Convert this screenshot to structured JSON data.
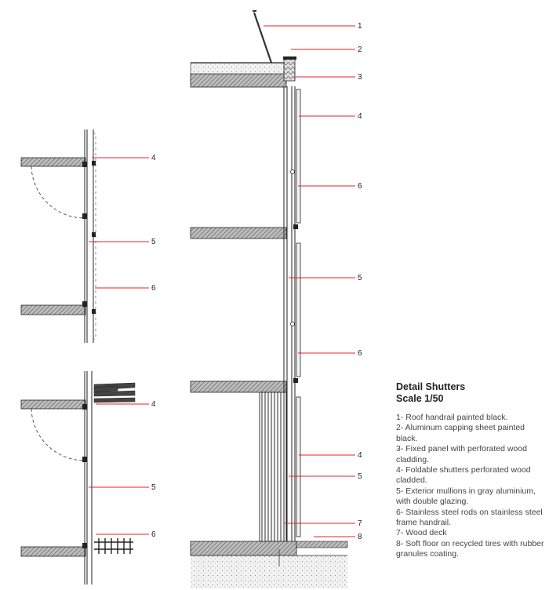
{
  "title": "Detail Shutters",
  "scale": "Scale 1/50",
  "legend": [
    "1- Roof handrail painted black.",
    "2- Aluminum capping sheet painted black.",
    "3- Fixed panel with perforated wood cladding.",
    "4- Foldable shutters perforated wood cladded.",
    "5- Exterior mullions in gray aluminium, with double glazing.",
    "6- Stainless steel rods on stainless steel frame handrail.",
    "7- Wood deck",
    "8- Soft floor on recycled tires with rubber granules coating."
  ],
  "callouts": {
    "main": [
      "1",
      "2",
      "3",
      "4",
      "6",
      "5",
      "6",
      "4",
      "5",
      "7",
      "8"
    ],
    "left_top": [
      "4",
      "5",
      "6"
    ],
    "left_bottom": [
      "4",
      "5",
      "6"
    ]
  },
  "colors": {
    "leader": "#e8202a",
    "line": "#222222",
    "hatch": "#555555"
  }
}
